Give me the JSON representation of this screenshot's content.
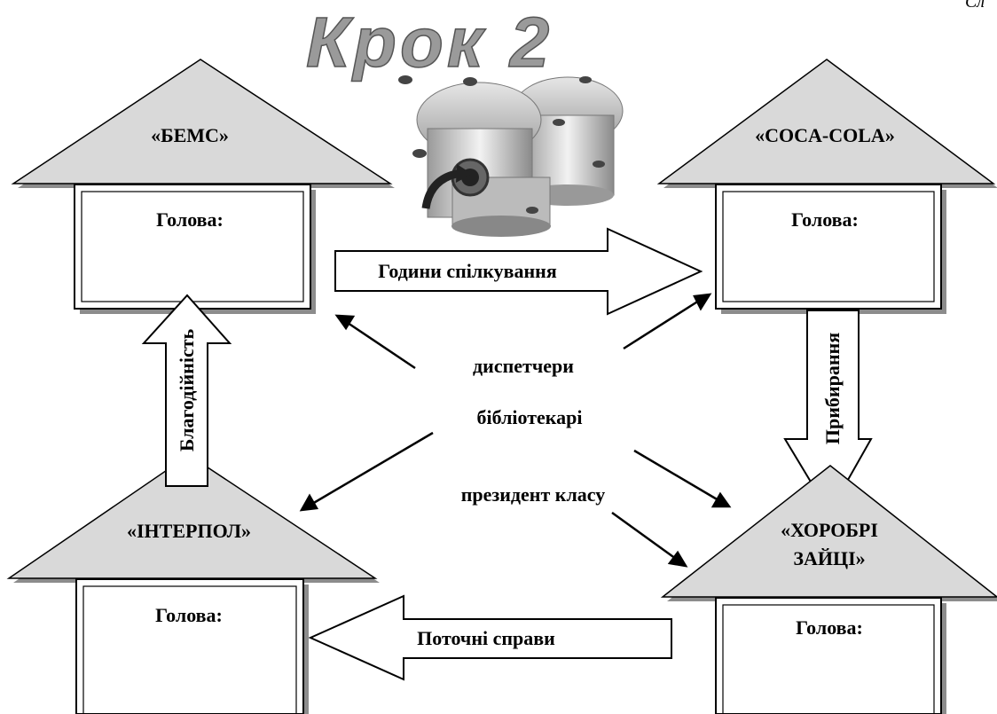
{
  "title": "Крок 2",
  "corner_text": "Сл",
  "houses": {
    "bems": {
      "name": "«БЕМС»",
      "head_label": "Голова:"
    },
    "cocacola": {
      "name": "«COCA-COLA»",
      "head_label": "Голова:"
    },
    "interpol": {
      "name": "«ІНТЕРПОЛ»",
      "head_label": "Голова:"
    },
    "zaitsi": {
      "name_line1": "«ХОРОБРІ",
      "name_line2": "ЗАЙЦІ»",
      "head_label": "Голова:"
    }
  },
  "arrows": {
    "communication": "Години спілкування",
    "cleaning": "Прибирання",
    "charity": "Благодійність",
    "current_affairs": "Поточні справи"
  },
  "roles": [
    "диспетчери",
    "бібліотекарі",
    "президент класу"
  ],
  "colors": {
    "roof": "#d9d9d9",
    "shadow": "#8c8c8c",
    "title_fill": "#9a9a9a"
  }
}
